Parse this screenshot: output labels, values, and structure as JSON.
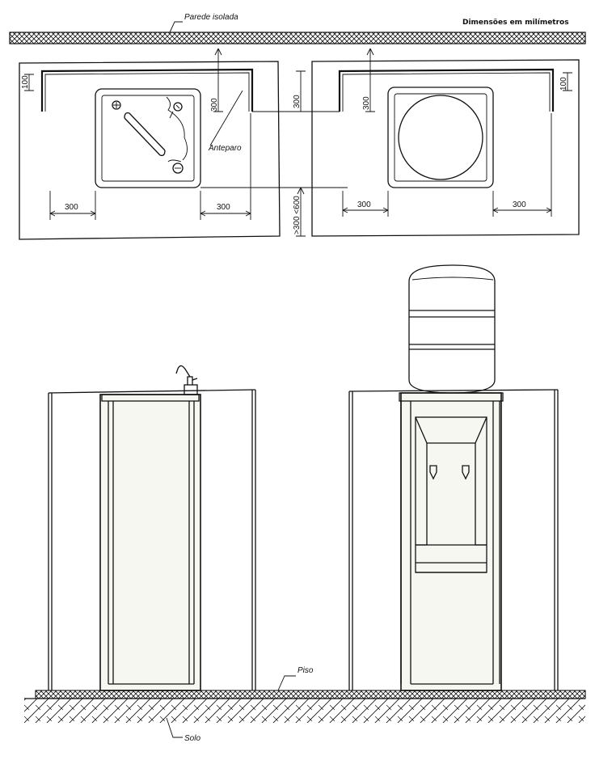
{
  "labels": {
    "insulated_wall": "Parede isolada",
    "units_note": "Dimensões em milímetros",
    "screen": "Anteparo",
    "floor": "Piso",
    "ground": "Solo"
  },
  "dimensions": {
    "d100_left": "100",
    "d100_right": "100",
    "d300_wall_left": "300",
    "d300_wall_center": "300",
    "d300_wall_right": "300",
    "d300_bottom_1": "300",
    "d300_bottom_2": "300",
    "d300_bottom_3": "300",
    "d300_bottom_4": "300",
    "clearance_range": ">300 <600"
  },
  "colors": {
    "ink": "#111111",
    "paper": "#ffffff",
    "panel": "#f7f7f2"
  },
  "icons": [
    "faucet-icon",
    "tap-icon"
  ]
}
